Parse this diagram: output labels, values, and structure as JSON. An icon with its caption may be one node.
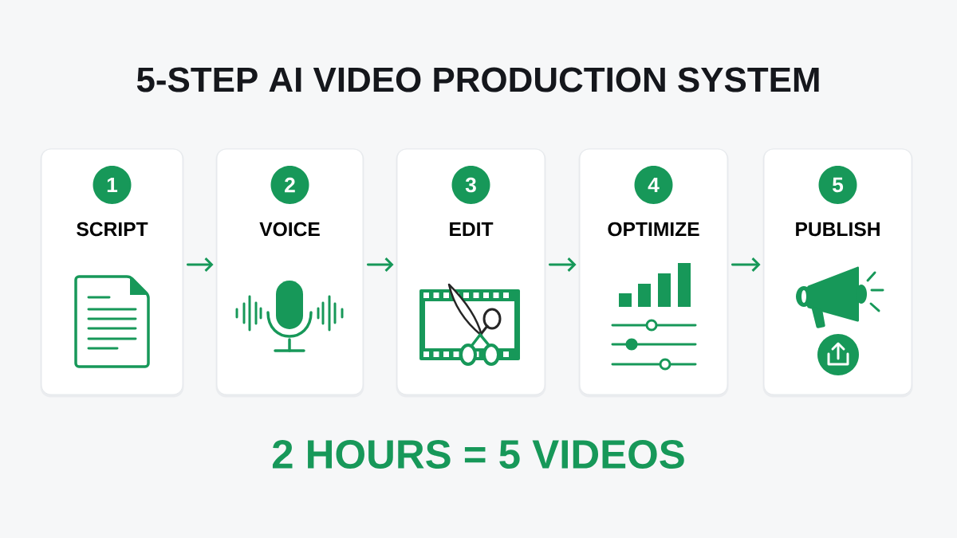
{
  "diagram": {
    "title": "5-STEP AI VIDEO PRODUCTION SYSTEM",
    "nodes": [
      {
        "text": [
          "SCRIPT"
        ]
      },
      {
        "text": [
          "1"
        ],
        "in": 0
      },
      {
        "text": [
          "VOICE"
        ]
      },
      {
        "text": [
          "2"
        ],
        "in": 2
      },
      {
        "text": [
          "EDIT"
        ]
      },
      {
        "text": [
          "3"
        ],
        "in": 4
      },
      {
        "text": [
          "OPTIMIZE"
        ]
      },
      {
        "text": [
          "4"
        ],
        "in": 6
      },
      {
        "text": [
          "PUBLISH"
        ]
      },
      {
        "text": [
          "5"
        ],
        "in": 8
      }
    ],
    "edges": [
      {
        "from": 0,
        "to": 2,
        "arrow": "to"
      },
      {
        "from": 2,
        "to": 4,
        "arrow": "to"
      },
      {
        "from": 4,
        "to": 6,
        "arrow": "to"
      },
      {
        "from": 6,
        "to": 8,
        "arrow": "to"
      }
    ],
    "caption": "2 HOURS = 5 VIDEOS"
  }
}
